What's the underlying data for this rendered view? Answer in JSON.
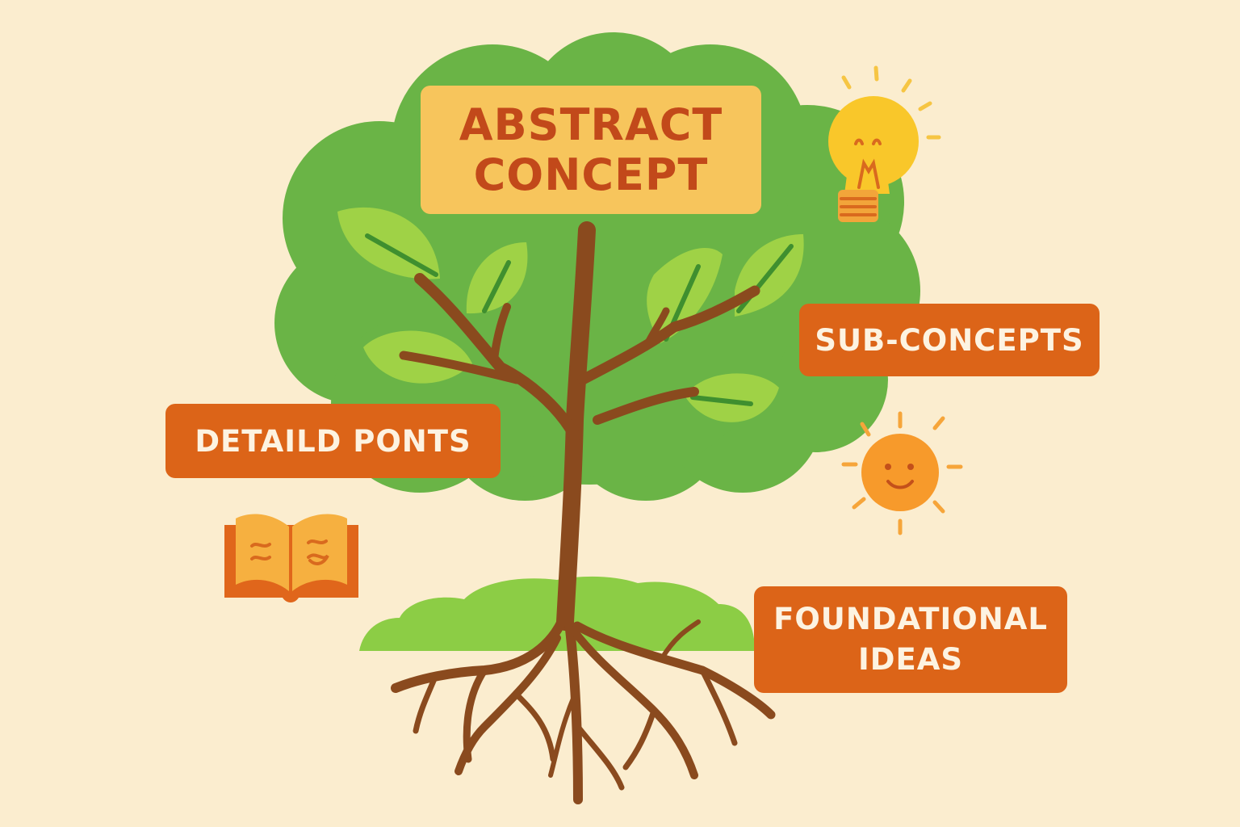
{
  "diagram": {
    "title_line1": "ABSTRACT",
    "title_line2": "CONCEPT",
    "sub_concepts": "SUB-CONCEPTS",
    "detail_points": "DETAILD PONTS",
    "foundational_line1": "FOUNDATIONAL",
    "foundational_line2": "IDEAS"
  },
  "icons": {
    "bulb": "lightbulb-icon",
    "sun": "smiling-sun-icon",
    "book": "open-book-icon"
  },
  "colors": {
    "background": "#fbedcf",
    "canopy": "#6ab446",
    "leaf": "#9fd246",
    "trunk": "#8a4a1e",
    "title_box": "#f7c55c",
    "title_text": "#c2491a",
    "label_box": "#dc6418",
    "label_text": "#fdf3e1"
  }
}
